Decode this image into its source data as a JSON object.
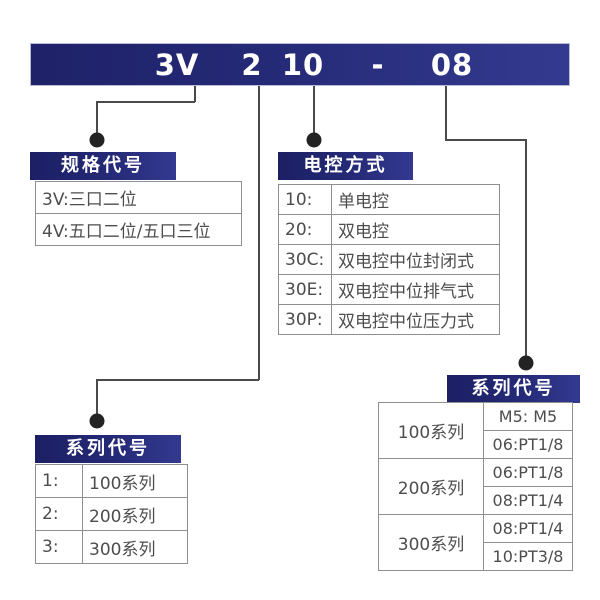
{
  "model_code": {
    "segments": [
      {
        "text": "3V",
        "x": 176
      },
      {
        "text": "2",
        "x": 251
      },
      {
        "text": "10",
        "x": 302
      },
      {
        "text": "-",
        "x": 377
      },
      {
        "text": "08",
        "x": 451
      }
    ]
  },
  "spec_card": {
    "title": "规格代号",
    "rows": [
      {
        "label": "3V:三口二位"
      },
      {
        "label": "4V:五口二位/五口三位"
      }
    ]
  },
  "electric_control_card": {
    "title": "电控方式",
    "rows": [
      {
        "code": "10:",
        "desc": "单电控"
      },
      {
        "code": "20:",
        "desc": "双电控"
      },
      {
        "code": "30C:",
        "desc": "双电控中位封闭式"
      },
      {
        "code": "30E:",
        "desc": "双电控中位排气式"
      },
      {
        "code": "30P:",
        "desc": "双电控中位压力式"
      }
    ]
  },
  "series_card_left": {
    "title": "系列代号",
    "rows": [
      {
        "code": "1:",
        "desc": "100系列"
      },
      {
        "code": "2:",
        "desc": "200系列"
      },
      {
        "code": "3:",
        "desc": "300系列"
      }
    ]
  },
  "series_card_right": {
    "title": "系列代号",
    "groups": [
      {
        "series": "100系列",
        "ports": [
          "M5:  M5",
          "06:PT1/8"
        ]
      },
      {
        "series": "200系列",
        "ports": [
          "06:PT1/8",
          "08:PT1/4"
        ]
      },
      {
        "series": "300系列",
        "ports": [
          "08:PT1/4",
          "10:PT3/8"
        ]
      }
    ]
  },
  "colors": {
    "banner_dark": "#1f2268",
    "banner_light": "#343a8f",
    "line": "#4a4a4a",
    "dot": "#232323",
    "table_border": "#8f8f8f",
    "text_gray": "#4d4d4d"
  }
}
